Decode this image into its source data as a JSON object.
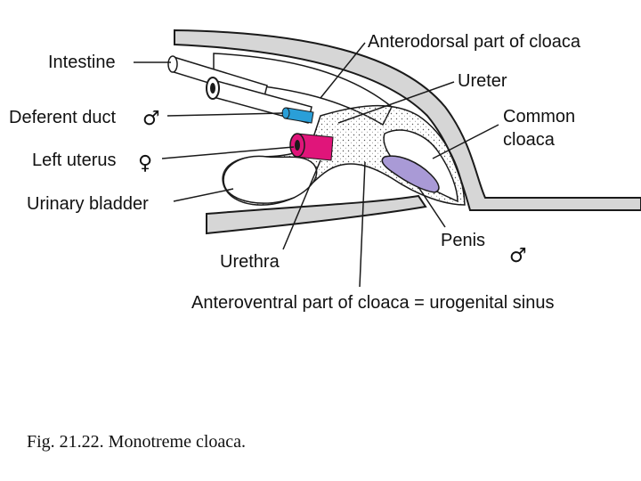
{
  "labels": {
    "intestine": "Intestine",
    "anterodorsal": "Anterodorsal part of cloaca",
    "ureter": "Ureter",
    "deferent_duct": "Deferent duct",
    "common_cloaca_1": "Common",
    "common_cloaca_2": "cloaca",
    "left_uterus": "Left uterus",
    "urinary_bladder": "Urinary bladder",
    "penis": "Penis",
    "urethra": "Urethra",
    "anteroventral": "Anteroventral part of cloaca = urogenital sinus"
  },
  "symbols": {
    "male": "♂",
    "female": "♀"
  },
  "caption": "Fig. 21.22. Monotreme cloaca.",
  "colors": {
    "deferent_duct": "#2a9fd8",
    "uterus": "#e0157a",
    "penis": "#a99ad6",
    "wall": "#d6d6d6",
    "outline": "#1a1a1a"
  }
}
